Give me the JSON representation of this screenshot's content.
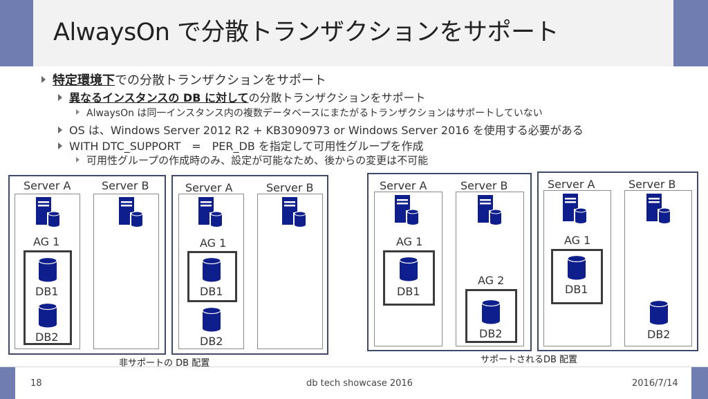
{
  "slide": {
    "title": "AlwaysOn で分散トランザクションをサポート",
    "bullets": {
      "b1_bold": "特定環境下",
      "b1_rest": "での分散トランザクションをサポート",
      "b2_bold": "異なるインスタンスの DB に対して",
      "b2_rest": "の分散トランザクションをサポート",
      "b3": "AlwaysOn は同一インスタンス内の複数データベースにまたがるトランザクションはサポートしていない",
      "b4": "OS は、Windows Server 2012 R2 + KB3090973 or Windows Server 2016 を使用する必要がある",
      "b5": "WITH DTC_SUPPORT　=　PER_DB を指定して可用性グループを作成",
      "b6": "可用性グループの作成時のみ、設定が可能なため、後からの変更は不可能"
    }
  },
  "diagram": {
    "server_a": "Server A",
    "server_b": "Server B",
    "ag1": "AG 1",
    "ag2": "AG 2",
    "db1": "DB1",
    "db2": "DB2",
    "caption_unsupported": "非サポートの DB 配置",
    "caption_supported": "サポートされるDB 配置"
  },
  "footer": {
    "page": "18",
    "event": "db tech showcase 2016",
    "date": "2016/7/14"
  },
  "colors": {
    "accent": "#6f7db0",
    "icon_navy": "#0e1e8c",
    "box_border": "#3f4a6a"
  },
  "icons": [
    "server-database-icon",
    "database-icon"
  ]
}
